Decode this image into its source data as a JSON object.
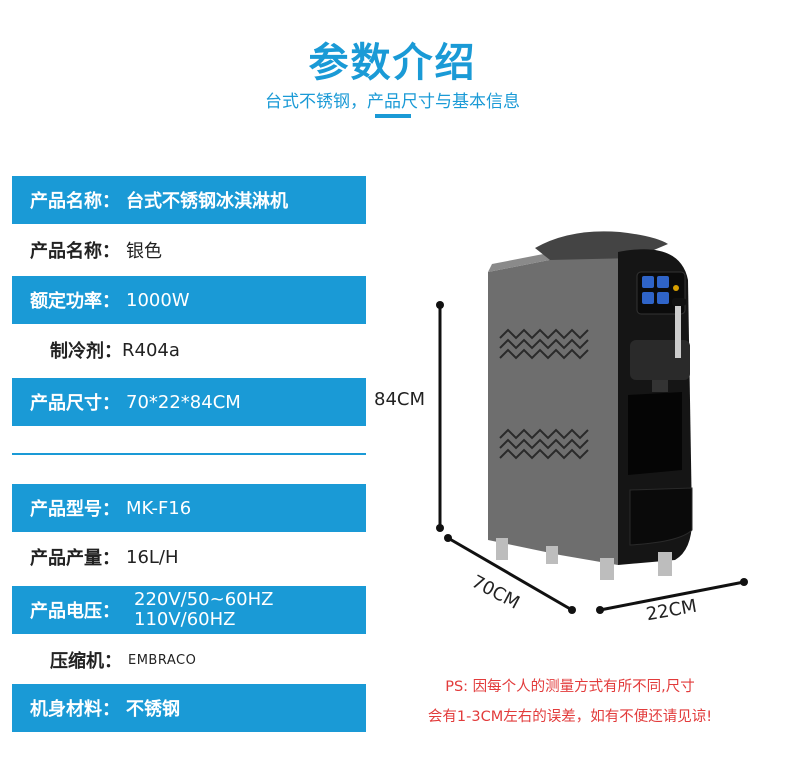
{
  "header": {
    "title": "参数介绍",
    "subtitle": "台式不锈钢，产品尺寸与基本信息"
  },
  "specs": {
    "name_main": {
      "label": "产品名称：",
      "value": "台式不锈钢冰淇淋机"
    },
    "color": {
      "label": "产品名称：",
      "value": "银色"
    },
    "power": {
      "label": "额定功率：",
      "value": "1000W"
    },
    "refrigerant": {
      "label": "制冷剂：",
      "value": "R404a"
    },
    "size": {
      "label": "产品尺寸：",
      "value": "70*22*84CM"
    },
    "model": {
      "label": "产品型号：",
      "value": "MK-F16"
    },
    "output": {
      "label": "产品产量：",
      "value": "16L/H"
    },
    "voltage": {
      "label": "产品电压：",
      "value_1": "220V/50~60HZ",
      "value_2": "110V/60HZ"
    },
    "compressor": {
      "label": "压缩机：",
      "value": "EMBRACO"
    },
    "material": {
      "label": "机身材料：",
      "value": "不锈钢"
    }
  },
  "dimensions": {
    "height": "84CM",
    "depth": "70CM",
    "width": "22CM"
  },
  "note": {
    "line1": "PS:  因每个人的测量方式有所不同,尺寸",
    "line2": "会有1-3CM左右的误差，如有不便还请见谅!"
  },
  "colors": {
    "accent": "#1a9ad6",
    "warning": "#e23b3b"
  }
}
